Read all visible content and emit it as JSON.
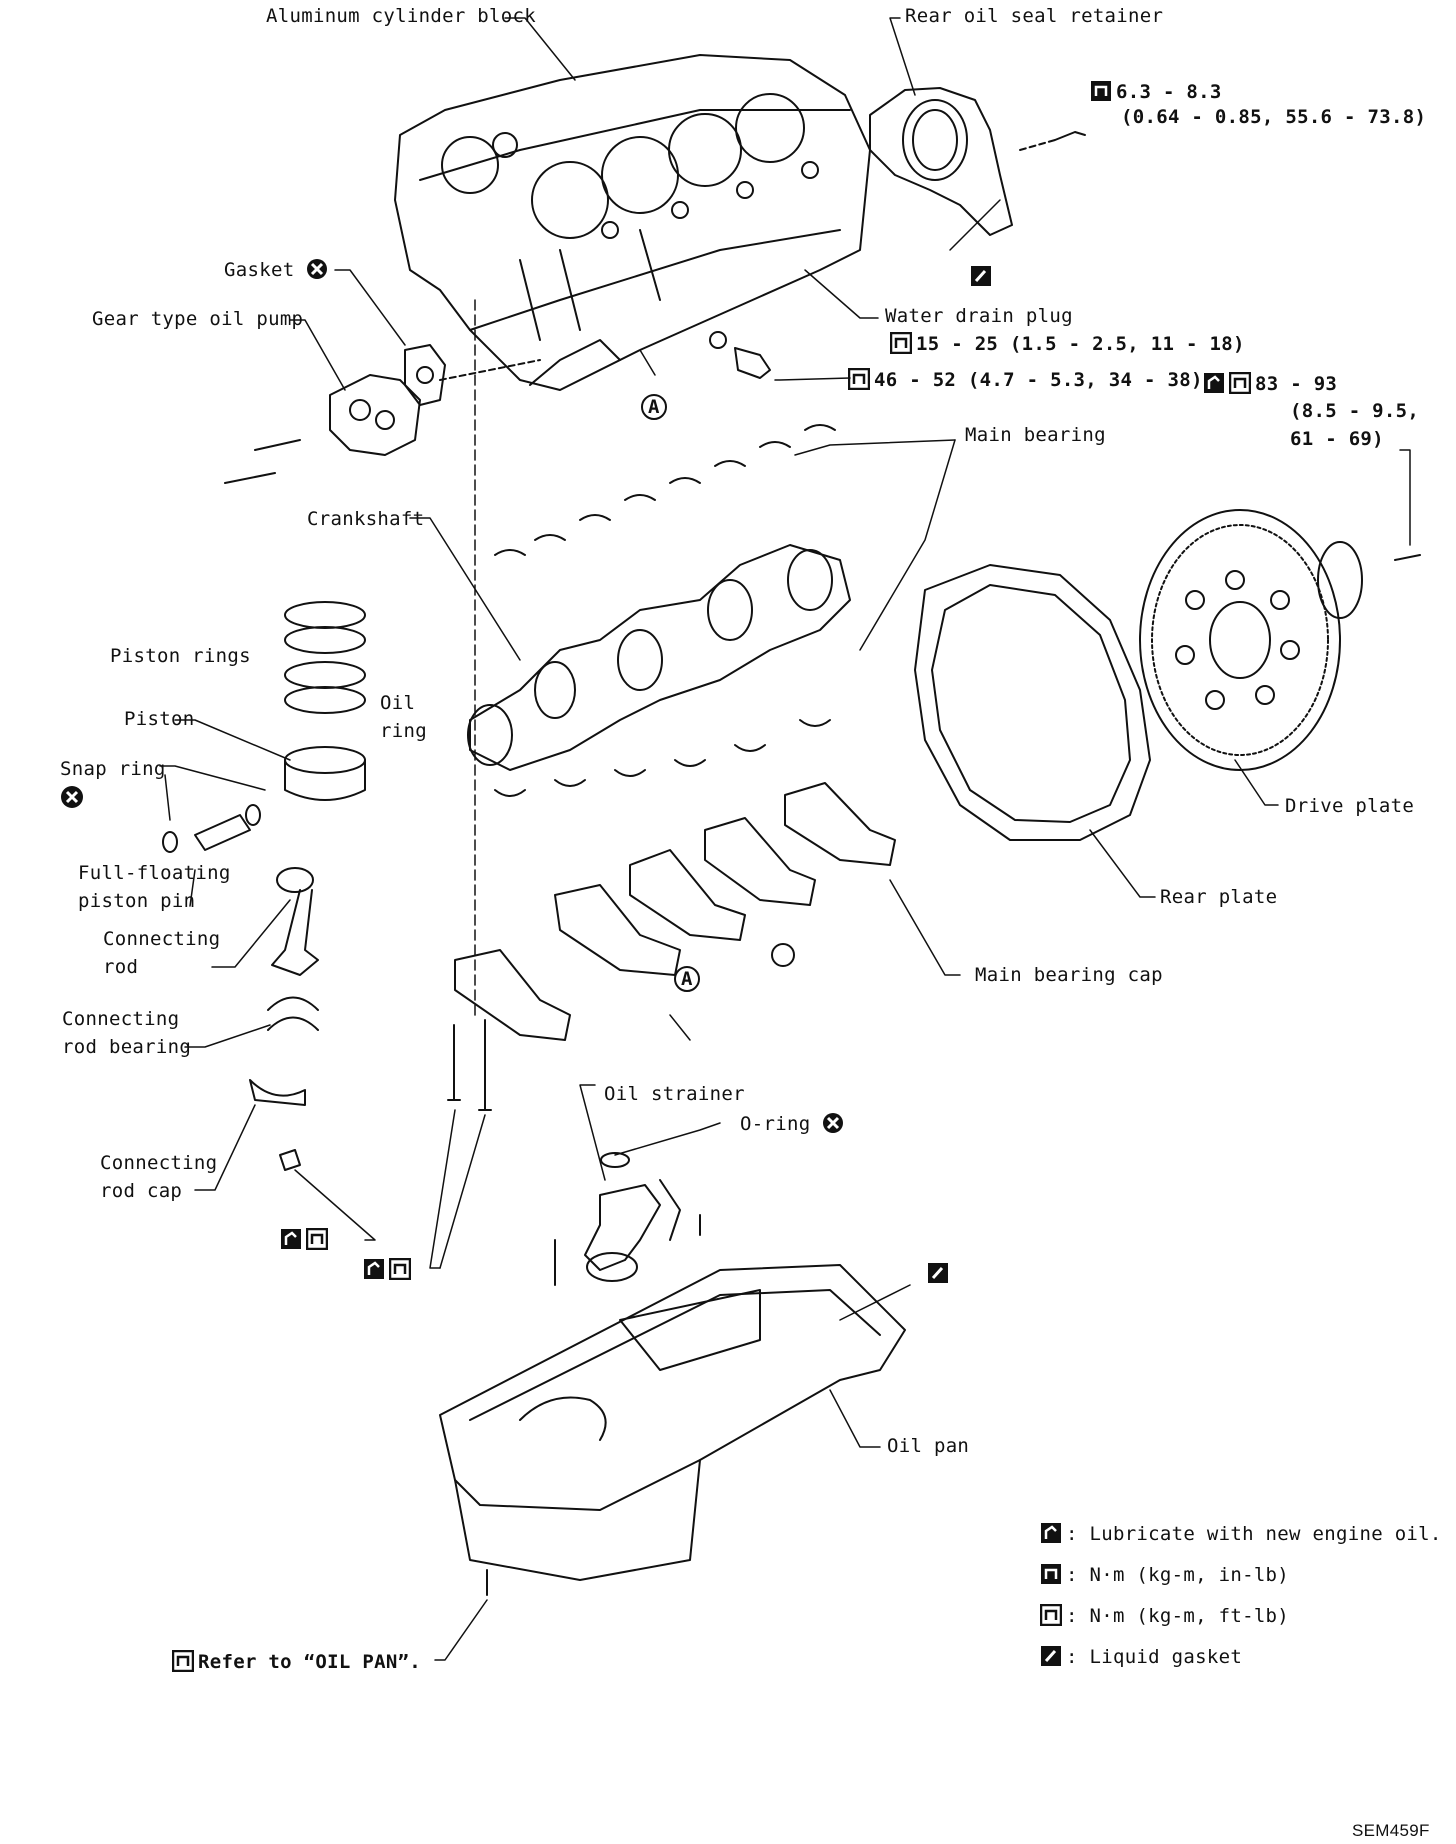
{
  "labels": {
    "block": "Aluminum cylinder block",
    "rear_seal": "Rear oil seal retainer",
    "torque1_a": "6.3 - 8.3",
    "torque1_b": "(0.64 - 0.85, 55.6 - 73.8)",
    "gasket": "Gasket",
    "oil_pump": "Gear type oil pump",
    "water_plug": "Water drain plug",
    "torque_plug": "15 - 25 (1.5 - 2.5, 11 - 18)",
    "torque_main": "46 - 52 (4.7 - 5.3, 34 - 38)",
    "torque_dp_a": "83 - 93",
    "torque_dp_b": "(8.5 - 9.5,",
    "torque_dp_c": "61 - 69)",
    "main_bearing": "Main bearing",
    "crankshaft": "Crankshaft",
    "piston_rings": "Piston rings",
    "oil_ring_a": "Oil",
    "oil_ring_b": "ring",
    "piston": "Piston",
    "snap_ring": "Snap ring",
    "pin_a": "Full-floating",
    "pin_b": "piston pin",
    "conrod_a": "Connecting",
    "conrod_b": "rod",
    "conrod_bearing_a": "Connecting",
    "conrod_bearing_b": "rod bearing",
    "conrod_cap_a": "Connecting",
    "conrod_cap_b": "rod cap",
    "drive_plate": "Drive plate",
    "rear_plate": "Rear plate",
    "main_cap": "Main bearing cap",
    "oil_strainer": "Oil strainer",
    "o_ring": "O-ring",
    "oil_pan": "Oil pan",
    "refer": "Refer to “OIL PAN”.",
    "marker_a": "A",
    "figure_id": "SEM459F"
  },
  "legend": [
    {
      "icon": "oil-can-icon",
      "text": ": Lubricate with new engine oil."
    },
    {
      "icon": "torque-inlb-icon",
      "text": ": N·m (kg-m, in-lb)"
    },
    {
      "icon": "torque-ftlb-icon",
      "text": ": N·m (kg-m, ft-lb)"
    },
    {
      "icon": "liquid-gasket-icon",
      "text": ": Liquid gasket"
    }
  ]
}
